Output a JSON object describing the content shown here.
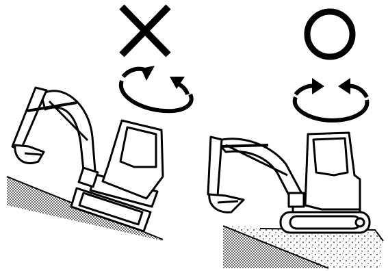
{
  "panels": [
    {
      "id": "wrong",
      "symbol": "✕",
      "symbol_meaning": "incorrect-cross",
      "rotation_arrows": "swing-rotation-icon",
      "scene": "excavator-on-slope-tilted"
    },
    {
      "id": "right",
      "symbol": "○",
      "symbol_meaning": "correct-circle",
      "rotation_arrows": "swing-rotation-icon",
      "scene": "excavator-on-leveled-ground"
    }
  ],
  "colors": {
    "ink": "#000000",
    "paper": "#ffffff"
  }
}
